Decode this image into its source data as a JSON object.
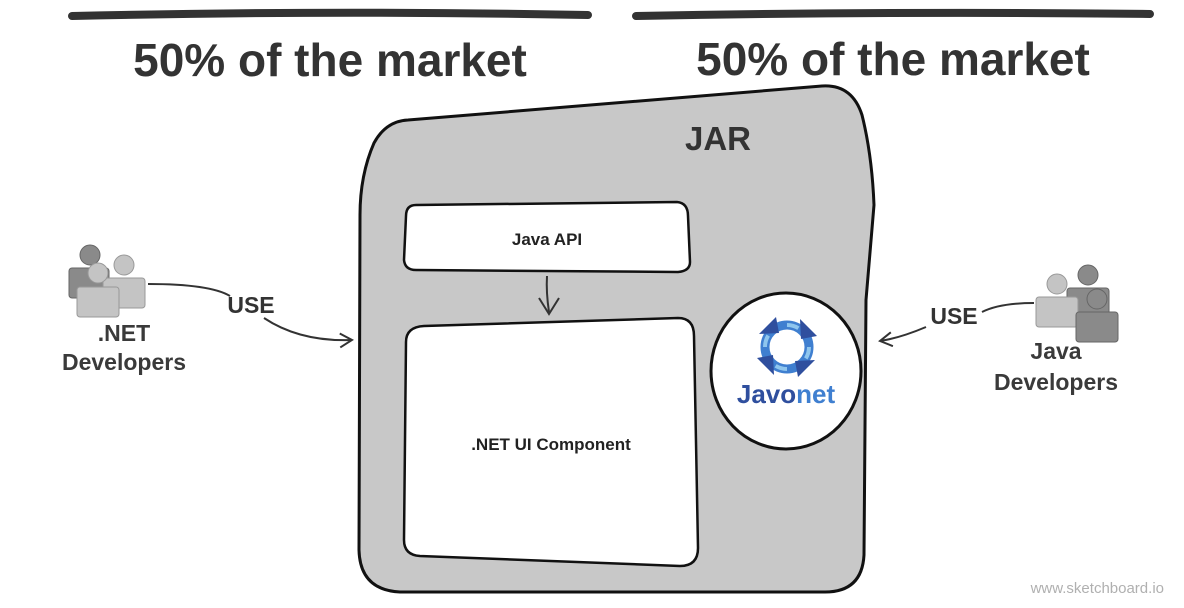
{
  "headlines": {
    "left": "50% of the market",
    "right": "50% of the market"
  },
  "jar": {
    "label": "JAR",
    "java_api": "Java API",
    "ui_component": ".NET UI Component"
  },
  "logo": {
    "part1": "Javo",
    "part2": "net",
    "color_dark": "#2f4f9e",
    "color_accent": "#3f7fd0"
  },
  "left_actor": {
    "line1": ".NET",
    "line2": "Developers",
    "arrow_label": "USE"
  },
  "right_actor": {
    "line1": "Java",
    "line2": "Developers",
    "arrow_label": "USE"
  },
  "watermark": "www.sketchboard.io",
  "colors": {
    "jar_fill": "#c8c8c8",
    "stroke": "#111111",
    "text": "#333333",
    "actor_dark": "#8a8a8a",
    "actor_light": "#c4c4c4"
  }
}
